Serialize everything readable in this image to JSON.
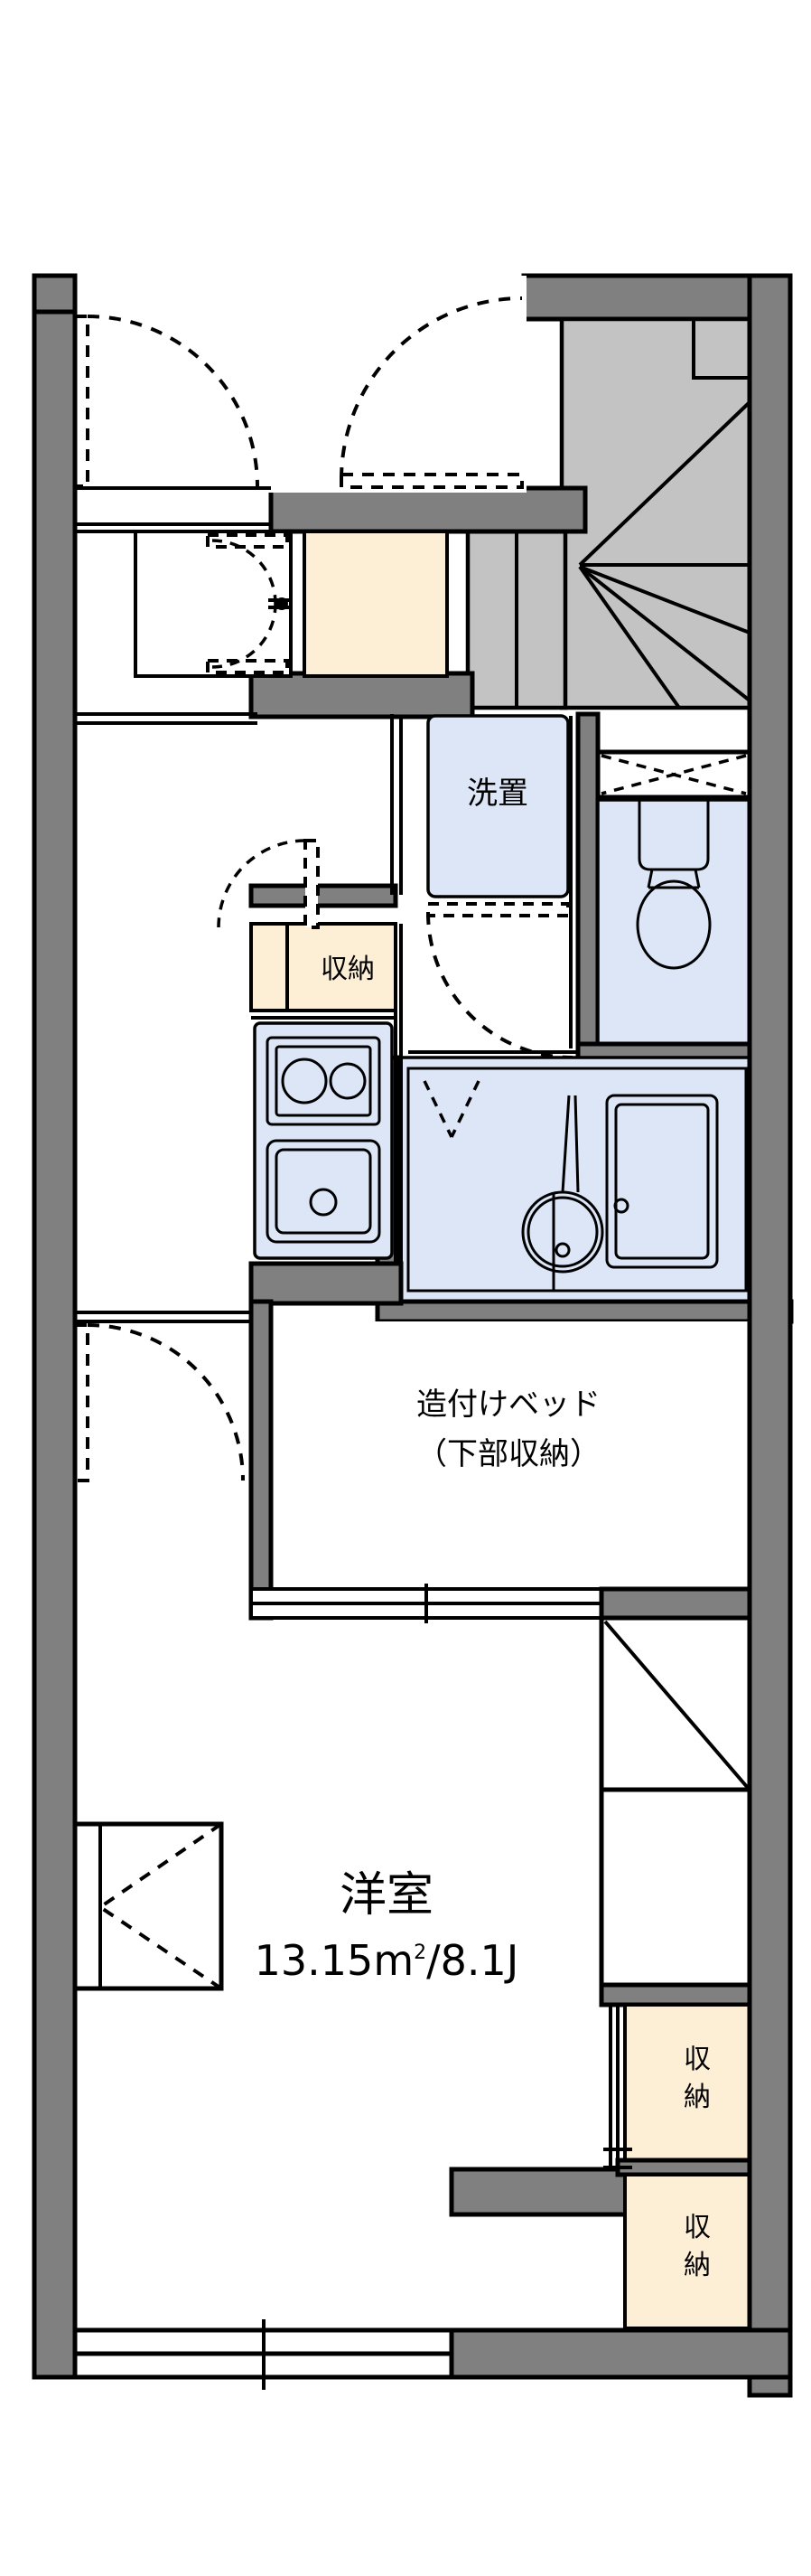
{
  "document": {
    "type": "floor-plan",
    "layout_name": "1K apartment floor plan",
    "orientation": "portrait"
  },
  "labels": {
    "washer_place": "洗置",
    "kitchen_storage": "収納",
    "builtin_bed_line1": "造付けベッド",
    "builtin_bed_line2": "（下部収納）",
    "main_room": "洋室",
    "main_room_area": "13.15",
    "main_room_area_unit": "m",
    "main_room_area_sup": "2",
    "main_room_area_sep": "/",
    "main_room_jo": "8.1J",
    "main_room_area_full": "13.15㎡/8.1J",
    "closet_upper": "収納",
    "closet_lower": "収納"
  },
  "rooms": [
    {
      "name": "entrance-hall",
      "label": ""
    },
    {
      "name": "stair-well",
      "label": ""
    },
    {
      "name": "shoe-closet",
      "label": "収納"
    },
    {
      "name": "washer-alcove",
      "label": "洗置"
    },
    {
      "name": "toilet",
      "label": ""
    },
    {
      "name": "unit-bath",
      "label": ""
    },
    {
      "name": "kitchen",
      "label": ""
    },
    {
      "name": "builtin-bed",
      "label": "造付けベッド（下部収納）"
    },
    {
      "name": "western-room",
      "label": "洋室 13.15㎡/8.1J"
    },
    {
      "name": "closet-upper",
      "label": "収納"
    },
    {
      "name": "closet-lower",
      "label": "収納"
    }
  ],
  "fixtures": [
    {
      "name": "toilet-bowl",
      "kind": "wc"
    },
    {
      "name": "bathtub",
      "kind": "tub"
    },
    {
      "name": "wash-basin",
      "kind": "basin"
    },
    {
      "name": "gas-stove",
      "kind": "stove-2burner"
    },
    {
      "name": "kitchen-sink",
      "kind": "sink"
    },
    {
      "name": "stairs",
      "kind": "winder-stairs"
    },
    {
      "name": "balcony-window",
      "kind": "sliding-window"
    },
    {
      "name": "side-window",
      "kind": "casement-window"
    },
    {
      "name": "toilet-window",
      "kind": "high-window"
    },
    {
      "name": "entry-door",
      "kind": "hinged-door"
    },
    {
      "name": "hall-door",
      "kind": "hinged-door"
    },
    {
      "name": "shoe-closet-door",
      "kind": "double-swing"
    },
    {
      "name": "bath-door",
      "kind": "hinged-door"
    },
    {
      "name": "kitchen-door",
      "kind": "hinged-door"
    },
    {
      "name": "room-door",
      "kind": "hinged-door"
    }
  ],
  "colors": {
    "wall": "#808080",
    "wall_outline": "#000000",
    "fixture_blue": "#dce6f7",
    "storage_cream": "#fdeed6",
    "stairs_grey": "#c3c3c3",
    "background": "#ffffff",
    "text": "#000000"
  }
}
